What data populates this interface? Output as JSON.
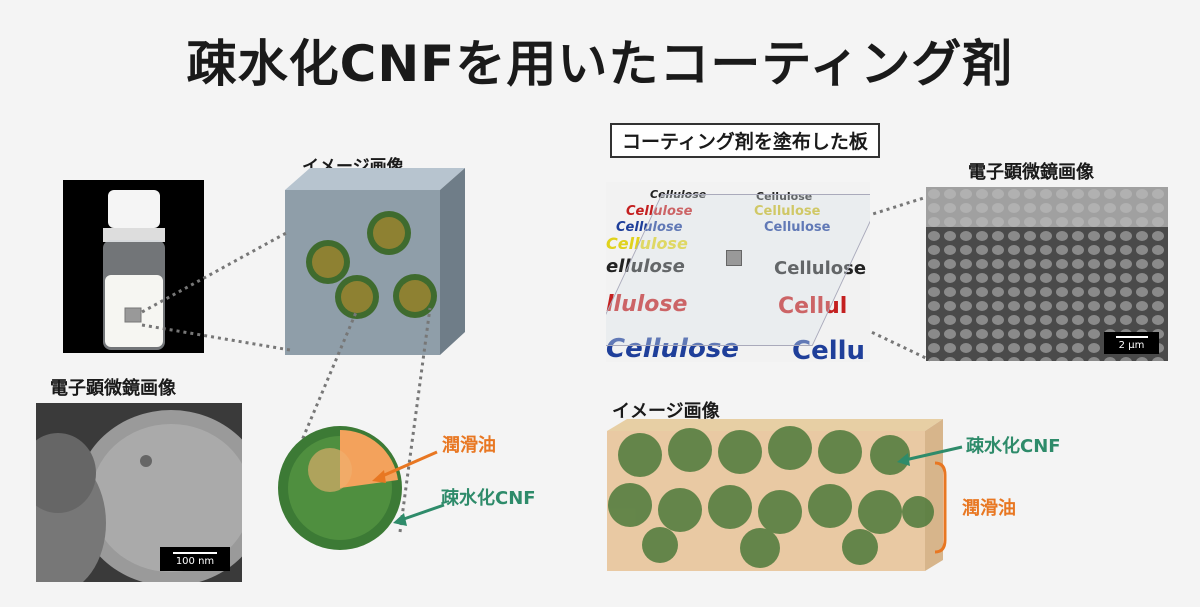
{
  "title": "疎水化CNFを用いたコーティング剤",
  "left": {
    "image_label_top": "イメージ画像",
    "em_label": "電子顕微鏡画像",
    "em_scale": "100 nm",
    "lubricant_label": "潤滑油",
    "cnf_label": "疎水化CNF"
  },
  "right": {
    "boxed_label": "コーティング剤を塗布した板",
    "em_label": "電子顕微鏡画像",
    "em_scale": "2 μm",
    "image_label": "イメージ画像",
    "cnf_label": "疎水化CNF",
    "lubricant_label": "潤滑油",
    "plate_words": [
      "Cellulose",
      "Cellulose",
      "Cellulose",
      "Cellulose",
      "Cellulose",
      "Cellulose",
      "Cellulose",
      "ellulose",
      "Cellulose",
      "llulose",
      "Cellul",
      "Cellulose",
      "Cellu"
    ]
  },
  "colors": {
    "green": "#2e8b6a",
    "orange": "#e87722"
  }
}
